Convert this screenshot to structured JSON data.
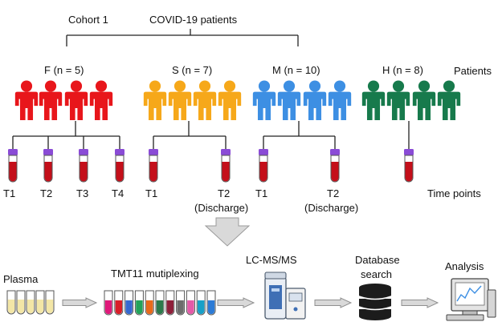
{
  "cohort_label": "Cohort 1",
  "covid_label": "COVID-19 patients",
  "groups": [
    {
      "letter": "F",
      "n_text": " (n = 5)",
      "color": "#e8161b"
    },
    {
      "letter": "S",
      "n_text": " (n = 7)",
      "color": "#f6a81a"
    },
    {
      "letter": "M",
      "n_text": " (n = 10)",
      "color": "#3d8fe3"
    },
    {
      "letter": "H",
      "n_text": " (n = 8)",
      "color": "#177a4c"
    }
  ],
  "patients_label": "Patients",
  "time_points_label": "Time points",
  "tube_labels": {
    "f": [
      "T1",
      "T2",
      "T3",
      "T4"
    ],
    "s": [
      "T1",
      "T2"
    ],
    "m": [
      "T1",
      "T2"
    ]
  },
  "discharge_label": "(Discharge)",
  "workflow": {
    "plasma": "Plasma",
    "tmt": "TMT11 mutiplexing",
    "lcms": "LC-MS/MS",
    "db_line1": "Database",
    "db_line2": "search",
    "analysis": "Analysis"
  },
  "colors": {
    "tube_cap": "#8a4bd6",
    "blood": "#c40f1a",
    "plasma_fill": "#f3e6a6",
    "arrow_fill": "#d9d9d9",
    "tmt_tubes": [
      "#e0197a",
      "#d91e2a",
      "#3569d1",
      "#23a35a",
      "#e96a1a",
      "#2b7a4b",
      "#8e1f3a",
      "#6d6d6d",
      "#e55aa8",
      "#18a0c8",
      "#2c7bd6"
    ]
  }
}
